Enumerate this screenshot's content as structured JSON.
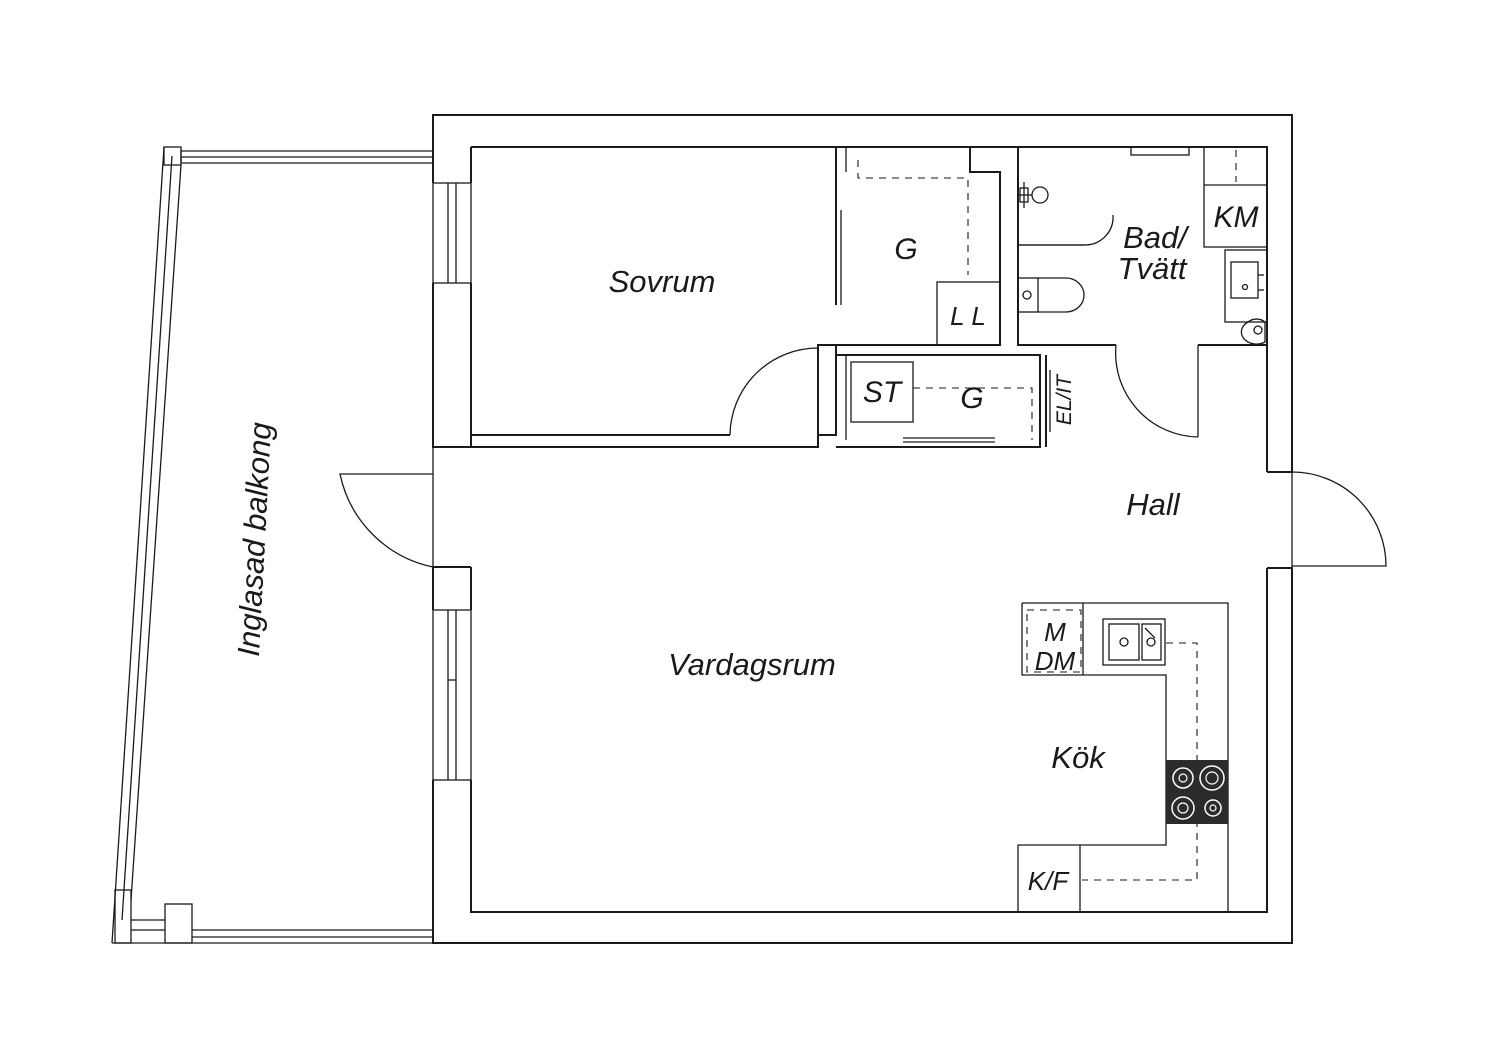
{
  "labels": {
    "balcony": "Inglasad balkong",
    "bedroom": "Sovrum",
    "wardrobe_bedroom": "G",
    "linen": "L L",
    "storage": "ST",
    "wardrobe_hall": "G",
    "electric": "EL/IT",
    "bathroom_line1": "Bad/",
    "bathroom_line2": "Tvätt",
    "washer": "KM",
    "hall": "Hall",
    "living_room": "Vardagsrum",
    "microwave": "M",
    "dishwasher": "DM",
    "kitchen": "Kök",
    "fridge_freezer": "K/F"
  },
  "colors": {
    "line": "#1a1a1a",
    "background": "#ffffff",
    "stove": "#2b2b2b"
  }
}
